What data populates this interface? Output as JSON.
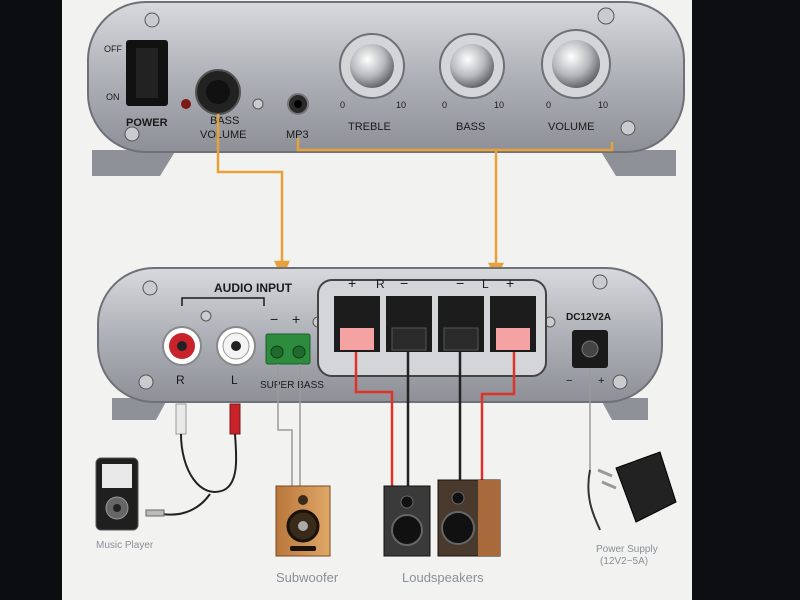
{
  "top_panel": {
    "off_label": "OFF",
    "on_label": "ON",
    "power_label": "POWER",
    "bass_label_1": "BASS",
    "bass_label_2": "VOLUME",
    "mp3_label": "MP3",
    "treble_label": "TREBLE",
    "bass_knob_label": "BASS",
    "volume_label": "VOLUME",
    "scale_min": "0",
    "scale_max": "10"
  },
  "back_panel": {
    "audio_input_label": "AUDIO INPUT",
    "r_label": "R",
    "l_label": "L",
    "sub_minus": "−",
    "sub_plus": "+",
    "super_bass_label": "SUPER BASS",
    "spk_plus": "+",
    "spk_minus": "−",
    "spk_r": "R",
    "spk_l": "L",
    "dc_label": "DC12V2A"
  },
  "devices": {
    "music_player_label": "Music Player",
    "subwoofer_label": "Subwoofer",
    "loudspeakers_label": "Loudspeakers",
    "power_supply_label_1": "Power Supply",
    "power_supply_label_2": "(12V2~5A)"
  },
  "colors": {
    "wire_orange": "#e8a13a",
    "wire_red": "#e0322a",
    "wire_black": "#222222",
    "panel_silver": "#b9bcc2",
    "paper": "#f2f2f2"
  }
}
